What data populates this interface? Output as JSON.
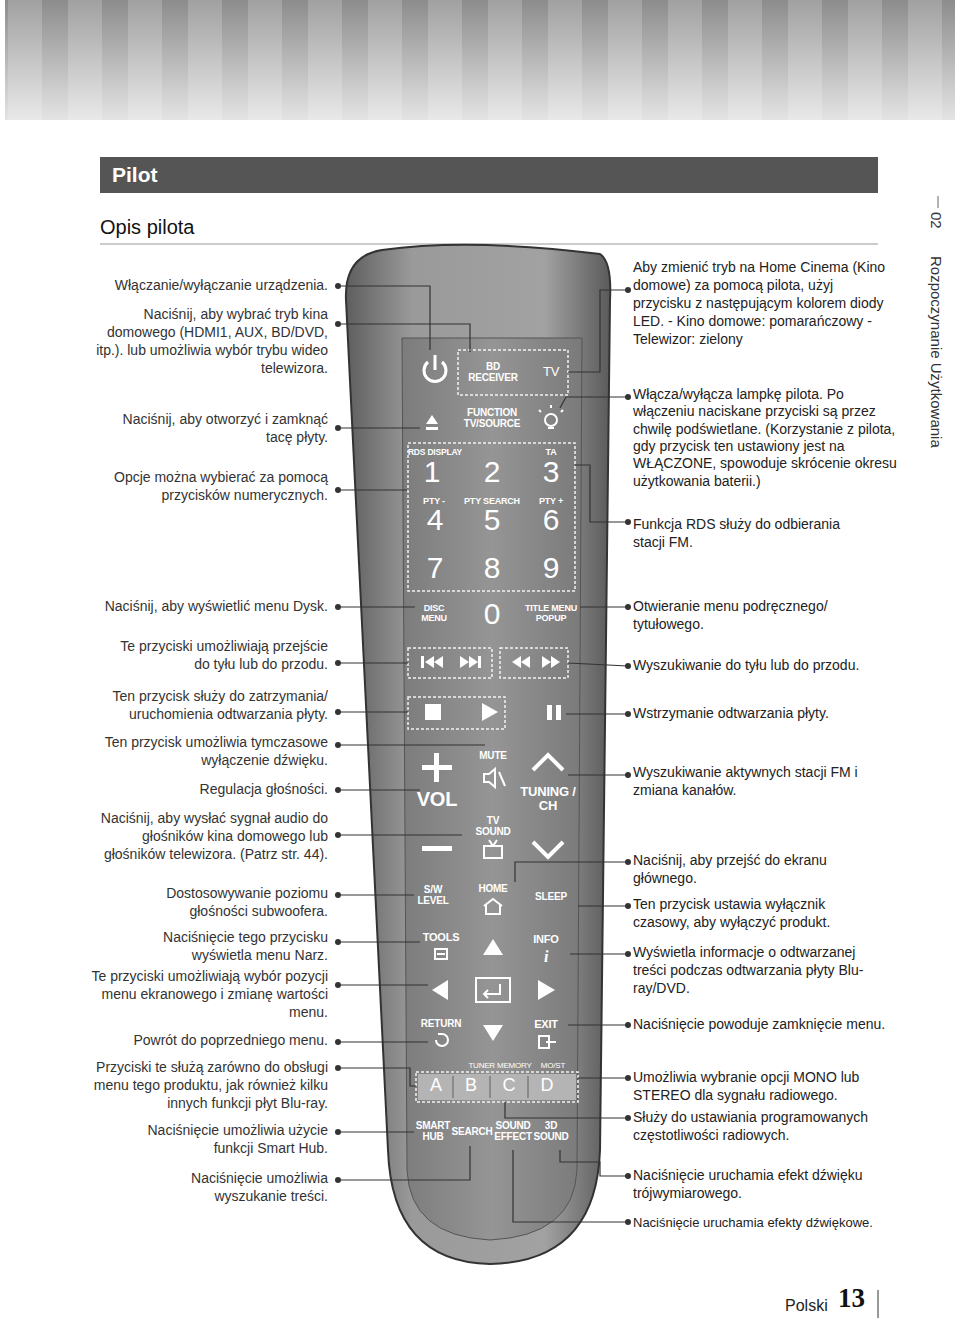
{
  "diagram": {
    "title": "Pilot",
    "labels": [
      "Opis pilota",
      "Włączanie/wyłączanie urządzenia.",
      "Naciśnij, aby wybrać tryb kina domowego (HDMI1, AUX, BD/DVD, itp.). lub umożliwia wybór trybu wideo telewizora.",
      "Naciśnij, aby otworzyć i zamknąć tacę płyty.",
      "Opcje można wybierać za pomocą przycisków numerycznych.",
      "Naciśnij, aby wyświetlić menu Dysk.",
      "Te przyciski umożliwiają przejście do tyłu lub do przodu.",
      "Ten przycisk służy do zatrzymania/ uruchomienia odtwarzania płyty.",
      "Ten przycisk umożliwia tymczasowe wyłączenie dźwięku.",
      "Regulacja głośności.",
      "Naciśnij, aby wysłać sygnał audio do głośników kina domowego lub głośników telewizora. (Patrz str. 44).",
      "Dostosowywanie poziomu głośności subwoofera.",
      "Naciśnięcie tego przycisku wyświetla menu Narz.",
      "Te przyciski umożliwiają wybór pozycji menu ekranowego i zmianę wartości menu.",
      "Powrót do poprzedniego menu.",
      "Przyciski te służą zarówno do obsługi menu tego produktu, jak również kilku innych funkcji płyt Blu-ray.",
      "Naciśnięcie umożliwia użycie funkcji Smart Hub.",
      "Naciśnięcie umożliwia wyszukanie treści.",
      "Aby zmienić tryb na Home Cinema (Kino domowe) za pomocą pilota, użyj przycisku z następującym kolorem diody LED. - Kino domowe: pomarańczowy - Telewizor: zielony",
      "Włącza/wyłącza lampkę pilota. Po włączeniu naciskane przyciski są przez chwilę podświetlane. (Korzystanie z pilota, gdy przycisk ten ustawiony jest na WŁĄCZONE, spowoduje skrócenie okresu użytkowania baterii.)",
      "Funkcja RDS służy do odbierania stacji FM.",
      "Otwieranie menu podręcznego/ tytułowego.",
      "Wyszukiwanie do tyłu lub do przodu.",
      "Wstrzymanie odtwarzania płyty.",
      "Wyszukiwanie aktywnych stacji FM i zmiana kanałów.",
      "Naciśnij, aby przejść do ekranu głównego.",
      "Ten przycisk ustawia wyłącznik czasowy, aby wyłączyć produkt.",
      "Wyświetla informacje o odtwarzanej treści podczas odtwarzania płyty Blu-ray/DVD.",
      "Naciśnięcie powoduje zamknięcie menu.",
      "Umożliwia wybranie opcji MONO lub STEREO dla sygnału radiowego.",
      "Służy do ustawiania programowanych częstotliwości radiowych.",
      "Naciśnięcie uruchamia efekt dźwięku trójwymiarowego.",
      "Naciśnięcie uruchamia efekty dźwiękowe.",
      "BD RECEIVER",
      "TV",
      "FUNCTION TV/SOURCE",
      "RDS DISPLAY",
      "1",
      "2",
      "TA",
      "3",
      "PTY -",
      "PTY SEARCH",
      "PTY +",
      "4",
      "5",
      "6",
      "7",
      "8",
      "9",
      "DISC MENU",
      "0",
      "TITLE MENU POPUP",
      "MUTE",
      "VOL",
      "TUNING / CH",
      "TV SOUND",
      "S/W LEVEL",
      "HOME",
      "SLEEP",
      "TOOLS",
      "INFO",
      "i",
      "RETURN",
      "EXIT",
      "TUNER MEMORY",
      "MO/ST",
      "A",
      "B",
      "C",
      "D",
      "SMART HUB",
      "SEARCH",
      "SOUND EFFECT",
      "3D SOUND",
      "02",
      "Rozpoczynanie Użytkowania",
      "Polski",
      "13"
    ]
  }
}
